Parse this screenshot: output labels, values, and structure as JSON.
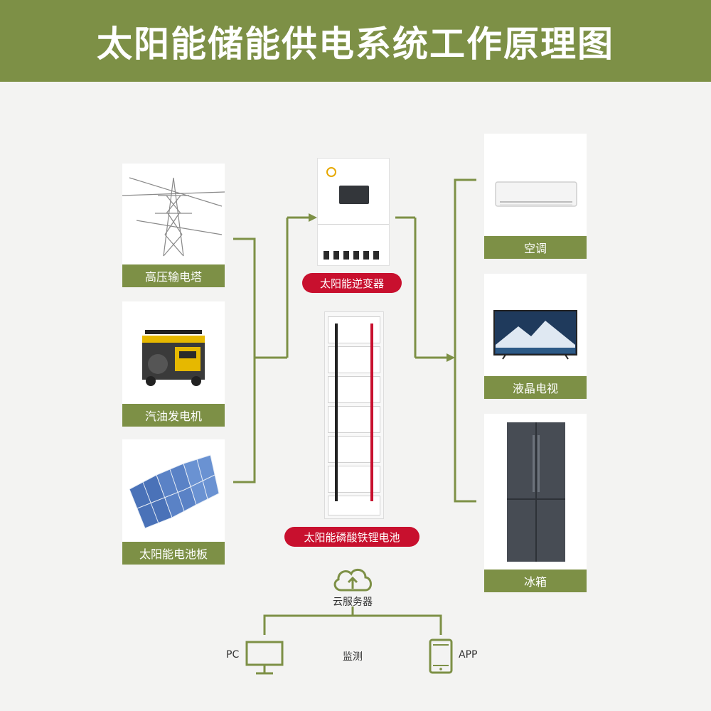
{
  "title": "太阳能储能供电系统工作原理图",
  "colors": {
    "header": "#7d9046",
    "line": "#7d9046",
    "pill": "#c8102e",
    "background": "#f3f3f2"
  },
  "sources": [
    {
      "label": "高压输电塔",
      "icon": "power-tower-icon"
    },
    {
      "label": "汽油发电机",
      "icon": "generator-icon"
    },
    {
      "label": "太阳能电池板",
      "icon": "solar-panel-icon"
    }
  ],
  "center": {
    "inverter_label": "太阳能逆变器",
    "battery_label": "太阳能磷酸铁锂电池"
  },
  "loads": [
    {
      "label": "空调",
      "icon": "air-conditioner-icon"
    },
    {
      "label": "液晶电视",
      "icon": "tv-icon"
    },
    {
      "label": "冰箱",
      "icon": "refrigerator-icon"
    }
  ],
  "monitoring": {
    "cloud_label": "云服务器",
    "monitor_label": "监测",
    "pc_label": "PC",
    "app_label": "APP"
  }
}
